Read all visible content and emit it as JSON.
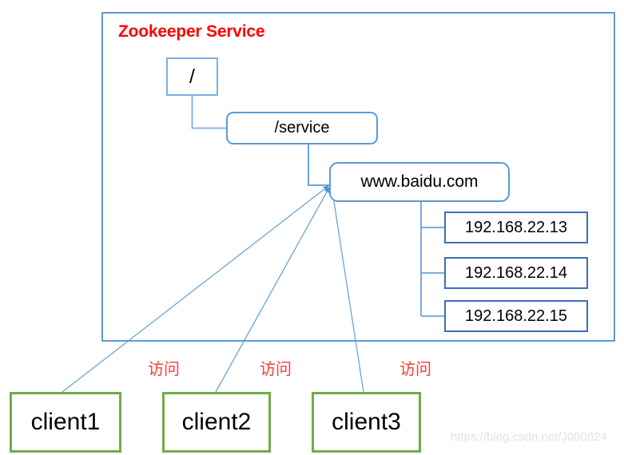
{
  "diagram": {
    "title": "Zookeeper Service",
    "title_color": "#ff0000",
    "frame_color": "#5b9bd5"
  },
  "tree": {
    "root_label": "/",
    "service_label": "/service",
    "domain_label": "www.baidu.com",
    "ip_nodes": [
      {
        "label": "192.168.22.13"
      },
      {
        "label": "192.168.22.14"
      },
      {
        "label": "192.168.22.15"
      }
    ]
  },
  "clients": [
    {
      "label": "client1",
      "access_label": "访问"
    },
    {
      "label": "client2",
      "access_label": "访问"
    },
    {
      "label": "client3",
      "access_label": "访问"
    }
  ],
  "watermark": "https://blog.csdn.net/J080624"
}
